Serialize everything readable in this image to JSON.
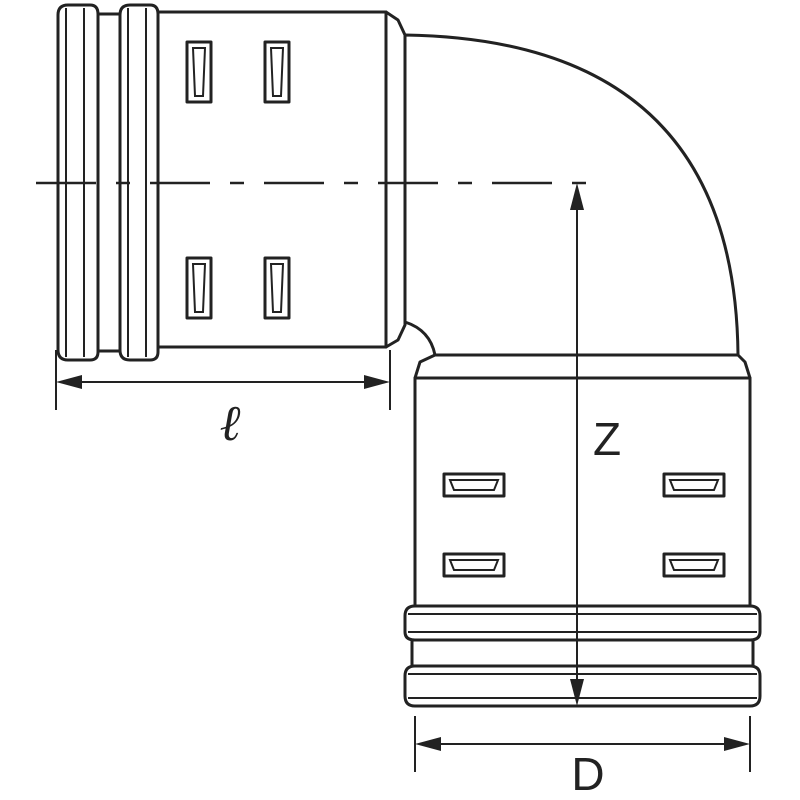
{
  "labels": {
    "length": "ℓ",
    "z": "Z",
    "diameter": "D"
  },
  "colors": {
    "line": "#222222",
    "background": "#ffffff"
  }
}
